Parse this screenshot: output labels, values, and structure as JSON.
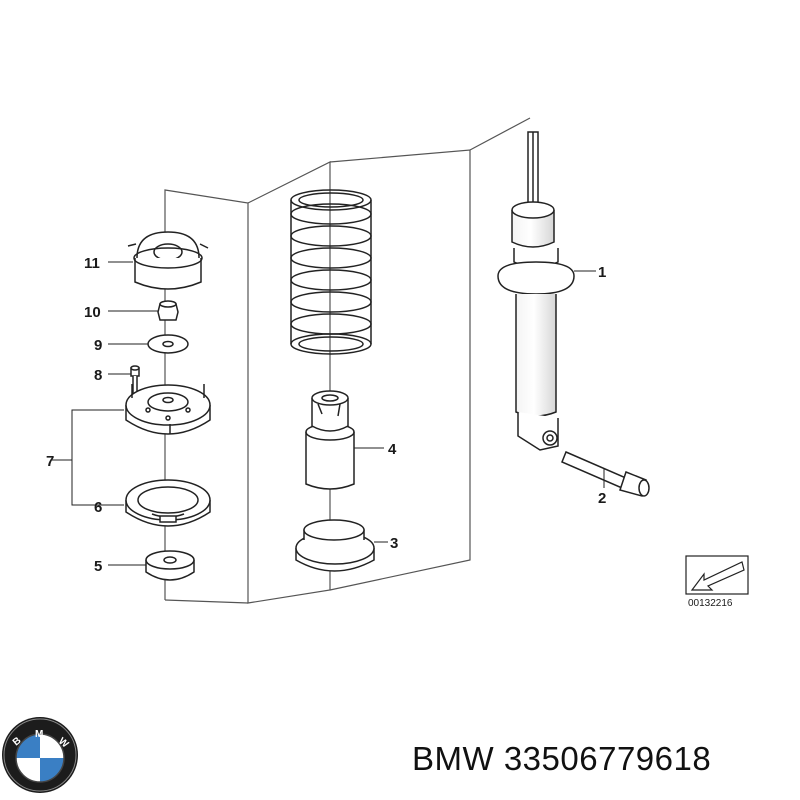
{
  "diagram": {
    "callouts": {
      "c1": "1",
      "c2": "2",
      "c3": "3",
      "c4": "4",
      "c5": "5",
      "c6": "6",
      "c7": "7",
      "c8": "8",
      "c9": "9",
      "c10": "10",
      "c11": "11"
    },
    "reference_number": "00132216"
  },
  "caption": {
    "brand": "BMW",
    "part_number": "33506779618"
  },
  "logo": {
    "letters": [
      "B",
      "M",
      "W"
    ],
    "colors": {
      "blue": "#3a7fc4",
      "white": "#ffffff",
      "ring": "#1c1c1c"
    }
  }
}
